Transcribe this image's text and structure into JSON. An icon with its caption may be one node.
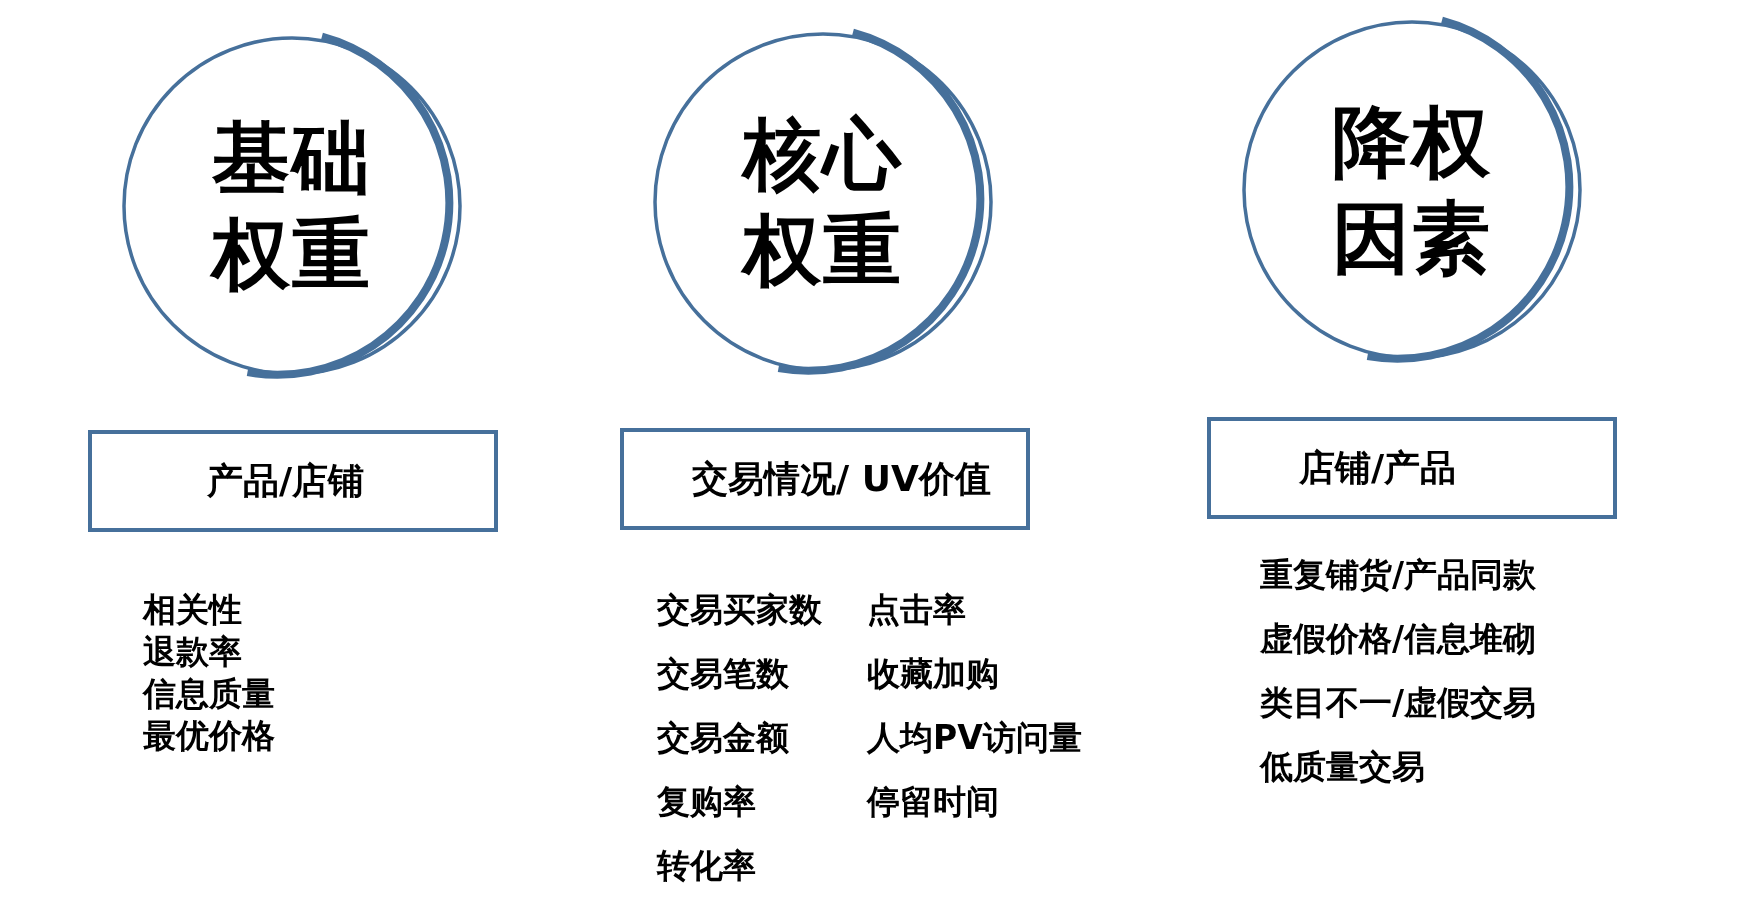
{
  "diagram": {
    "nodes": [
      {
        "text": [
          "基础权重"
        ]
      },
      {
        "text": [
          "核心权重"
        ]
      },
      {
        "text": [
          "降权因素"
        ]
      },
      {
        "text": [
          "产品/店铺"
        ]
      },
      {
        "text": [
          "交易情况/ UV价值"
        ]
      },
      {
        "text": [
          "店铺/产品"
        ]
      }
    ],
    "labels": [
      "相关性",
      "退款率",
      "信息质量",
      "最优价格",
      "交易买家数",
      "点击率",
      "交易笔数",
      "收藏加购",
      "交易金额",
      "人均PV访问量",
      "复购率",
      "停留时间",
      "转化率",
      "重复铺货/产品同款",
      "虚假价格/信息堆砌",
      "类目不一/虚假交易",
      "低质量交易"
    ]
  }
}
